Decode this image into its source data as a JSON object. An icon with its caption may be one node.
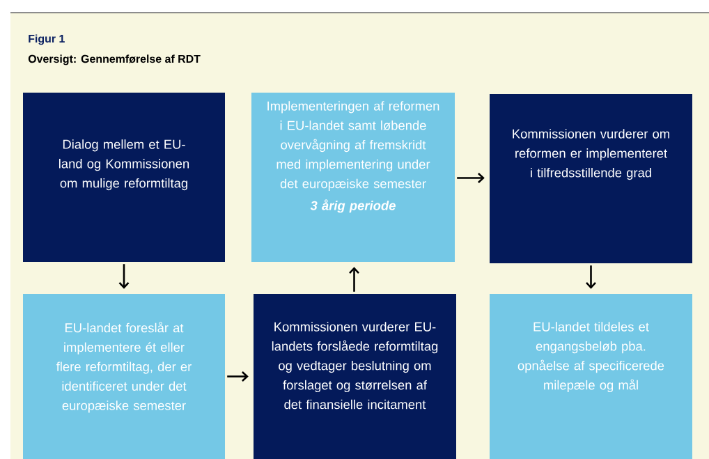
{
  "diagram": {
    "title": "Oversigt: Gennemførelse af RDT",
    "labels": [
      "Figur 1"
    ],
    "nodes": [
      {
        "text": [
          "Dialog mellem et EU-land og Kommissionen om mulige reformtiltag"
        ]
      },
      {
        "text": [
          "EU-landet foreslår at implementere ét eller flere reformtiltag, der er identificeret under det europæiske semester"
        ]
      },
      {
        "text": [
          "Kommissionen vurderer EU-landets forslåede reformtiltag og vedtager beslutning om forslaget og størrelsen af det finansielle incitament"
        ]
      },
      {
        "text": [
          "Implementeringen af reformen i EU-landet samt løbende overvågning af fremskridt med implementering under det europæiske semester",
          "3 årig periode"
        ]
      },
      {
        "text": [
          "Kommissionen vurderer om reformen er implementeret i tilfredsstillende grad"
        ]
      },
      {
        "text": [
          "EU-landet tildeles et engangsbeløb pba. opnåelse af specificerede milepæle og mål"
        ]
      }
    ],
    "edges": [
      {
        "from": 0,
        "to": 1,
        "arrow": "to"
      },
      {
        "from": 1,
        "to": 2,
        "arrow": "to"
      },
      {
        "from": 2,
        "to": 3,
        "arrow": "to"
      },
      {
        "from": 3,
        "to": 4,
        "arrow": "to"
      },
      {
        "from": 4,
        "to": 5,
        "arrow": "to"
      }
    ]
  }
}
